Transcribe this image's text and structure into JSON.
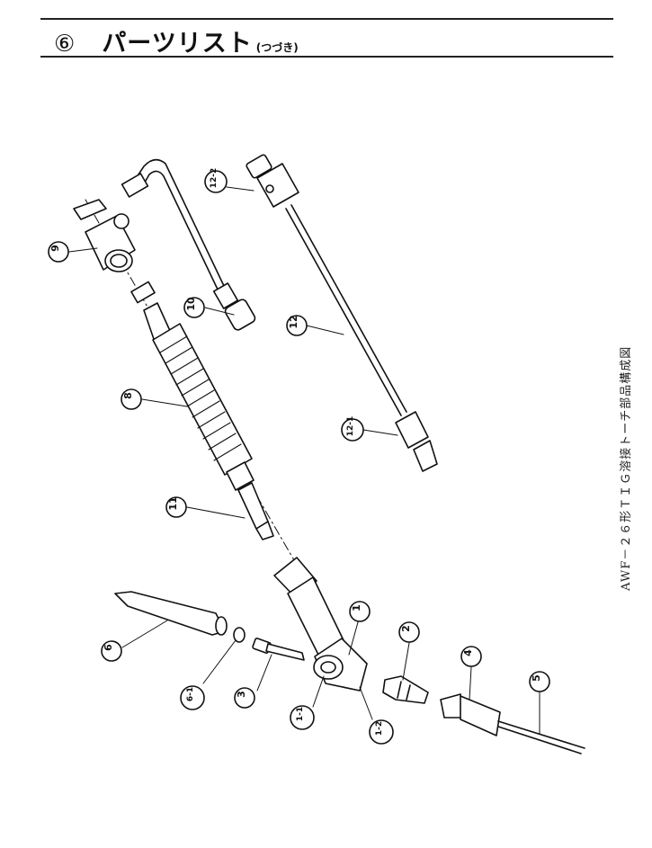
{
  "header": {
    "section_number": "⑥",
    "title": "パーツリスト",
    "subtitle": "(つづき)"
  },
  "figure": {
    "caption": "AWF－２６形ＴＩＧ溶接トーチ部品構成図",
    "callouts": [
      "1",
      "1-1",
      "1-2",
      "2",
      "3",
      "4",
      "5",
      "6",
      "6-1",
      "8",
      "9",
      "10",
      "11",
      "12",
      "12-1",
      "12-2"
    ]
  }
}
